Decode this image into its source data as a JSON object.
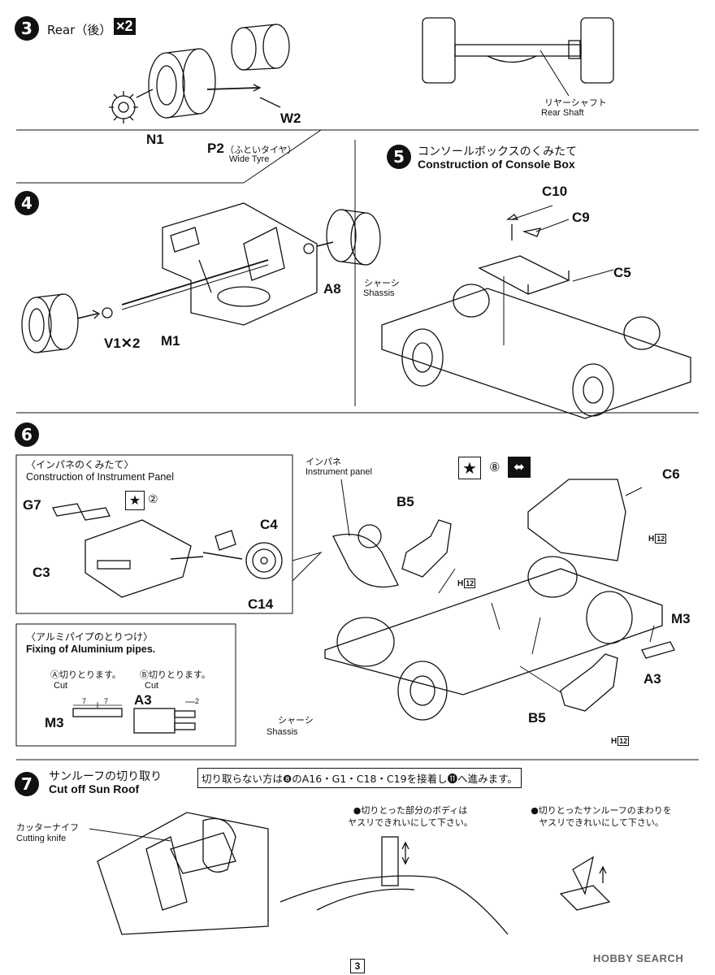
{
  "page_number": "3",
  "watermark": "HOBBY SEARCH",
  "step3": {
    "number": "3",
    "title": "Rear（後）",
    "multiplier": "×2",
    "parts": {
      "n1": "N1",
      "p2": "P2",
      "p2_jp": "（ふといタイヤ）",
      "p2_en": "Wide Tyre",
      "w2": "W2"
    },
    "shaft_jp": "リヤーシャフト",
    "shaft_en": "Rear Shaft"
  },
  "step4": {
    "number": "4",
    "parts": {
      "a8": "A8",
      "v1": "V1✕2",
      "m1": "M1"
    }
  },
  "step5": {
    "number": "5",
    "title_jp": "コンソールボックスのくみたて",
    "title_en": "Construction of Console Box",
    "parts": {
      "c10": "C10",
      "c9": "C9",
      "c5": "C5"
    },
    "chassis_jp": "シャーシ",
    "chassis_en": "Shassis"
  },
  "step6": {
    "number": "6",
    "panel_title_jp": "〈インパネのくみたて〉",
    "panel_title_en": "Construction of Instrument Panel",
    "panel_parts": {
      "g7": "G7",
      "c4": "C4",
      "c3": "C3",
      "c14": "C14",
      "paint_num": "②"
    },
    "pipe_title_jp": "〈アルミパイプのとりつけ〉",
    "pipe_title_en": "Fixing of Aluminium pipes.",
    "cut_a_jp": "Ⓐ切りとります。",
    "cut_a_en": "Cut",
    "cut_b_jp": "Ⓑ切りとります。",
    "cut_b_en": "Cut",
    "pipe_parts": {
      "m3": "M3",
      "a3": "A3"
    },
    "dims": {
      "d1": "7",
      "d2": "7",
      "d3": "2"
    },
    "ip_jp": "インパネ",
    "ip_en": "Instrument panel",
    "parts": {
      "b5a": "B5",
      "c6": "C6",
      "m3": "M3",
      "a3": "A3",
      "b5b": "B5"
    },
    "paint_num": "⑧",
    "h12_label": "H",
    "h12_num": "12",
    "chassis_jp": "シャーシ",
    "chassis_en": "Shassis"
  },
  "step7": {
    "number": "7",
    "title_jp": "サンルーフの切り取り",
    "title_en": "Cut off Sun Roof",
    "note": "切り取らない方は❽のA16・G1・C18・C19を接着し⓫へ進みます。",
    "knife_jp": "カッターナイフ",
    "knife_en": "Cutting knife",
    "bullet1_l1": "●切りとった部分のボディは",
    "bullet1_l2": "ヤスリできれいにして下さい。",
    "bullet2_l1": "●切りとったサンルーフのまわりを",
    "bullet2_l2": "ヤスリできれいにして下さい。"
  }
}
